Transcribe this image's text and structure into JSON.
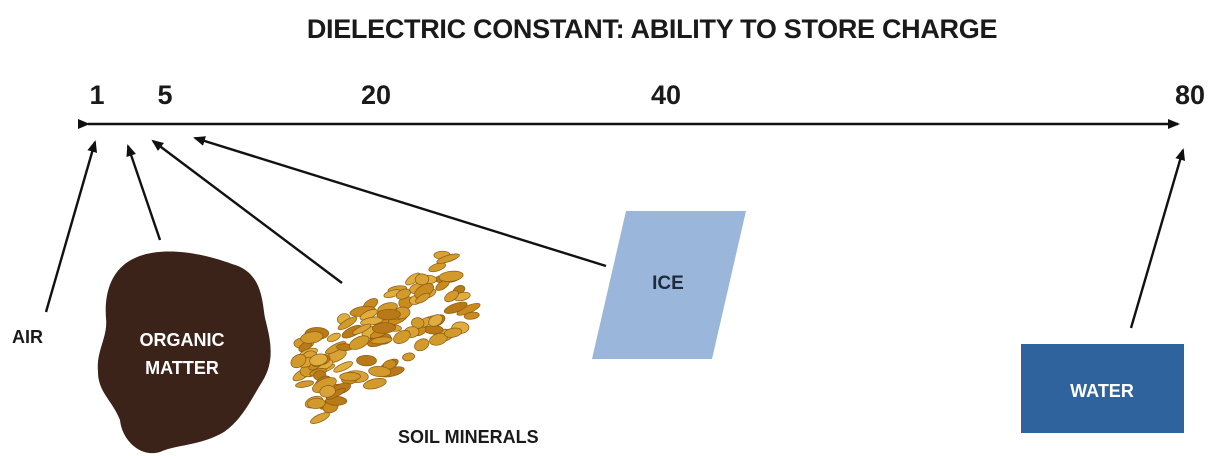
{
  "title": "DIELECTRIC CONSTANT: ABILITY TO STORE CHARGE",
  "scale": {
    "ticks": [
      "1",
      "5",
      "20",
      "40",
      "80"
    ]
  },
  "materials": {
    "air": "AIR",
    "organic_matter": [
      "ORGANIC",
      "MATTER"
    ],
    "soil_minerals": "SOIL MINERALS",
    "ice": "ICE",
    "water": "WATER"
  },
  "colors": {
    "text": "#1a1a1a",
    "organic_matter": "#3b2319",
    "soil_minerals": "#d19a2b",
    "ice": "#9ab6da",
    "water": "#2f639e"
  }
}
